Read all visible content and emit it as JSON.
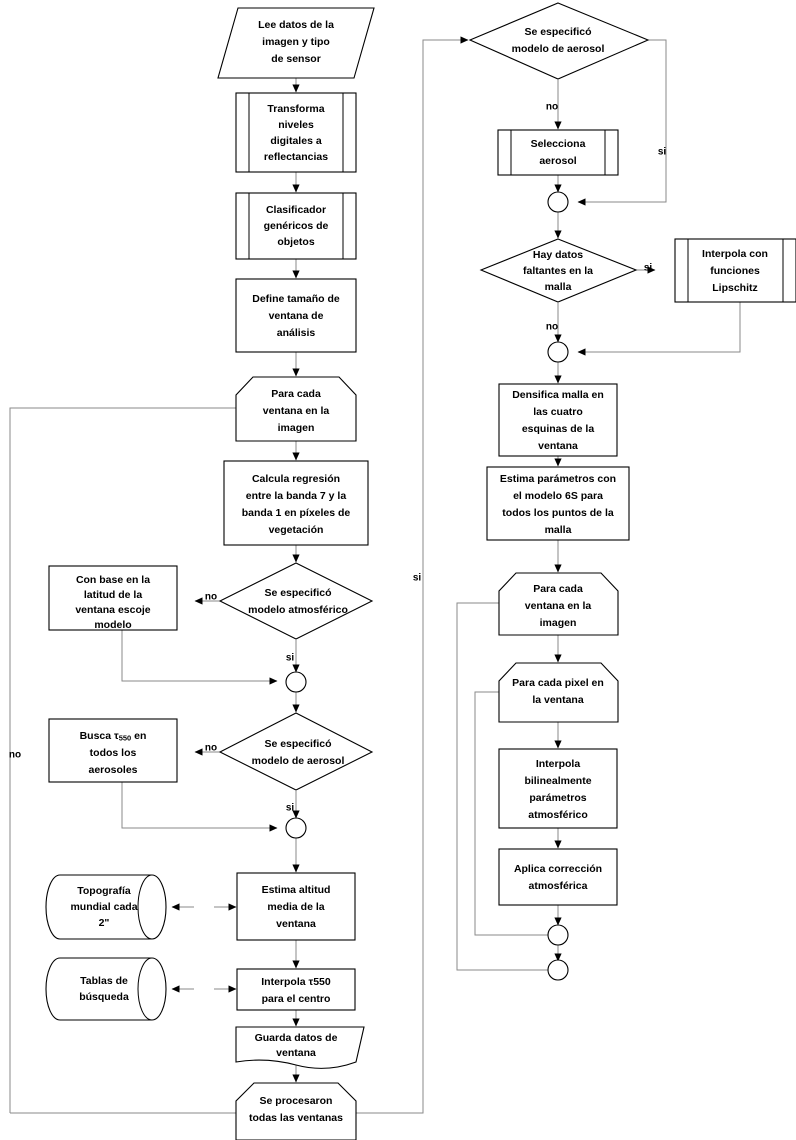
{
  "diagram": {
    "title": "Diagrama de flujo de correccion atmosferica",
    "language": "es",
    "colors": {
      "background": "#ffffff",
      "shape_stroke": "#000000",
      "shape_fill": "#ffffff",
      "connector": "#8a8a8a",
      "text": "#000000"
    }
  },
  "nodes": {
    "lee_datos": {
      "label_1": "Lee datos de la",
      "label_2": "imagen y tipo",
      "label_3": "de sensor",
      "shape": "parallelogram-input"
    },
    "transforma": {
      "label_1": "Transforma",
      "label_2": "niveles",
      "label_3": "digitales a",
      "label_4": "reflectancias",
      "shape": "predefined-process"
    },
    "clasificador": {
      "label_1": "Clasificador",
      "label_2": "genéricos de",
      "label_3": "objetos",
      "shape": "predefined-process"
    },
    "define_ventana": {
      "label_1": "Define tamaño de",
      "label_2": "ventana de",
      "label_3": "análisis",
      "shape": "process"
    },
    "para_cada_ventana_1": {
      "label_1": "Para cada",
      "label_2": "ventana en la",
      "label_3": "imagen",
      "shape": "preparation-loop"
    },
    "calcula_regresion": {
      "label_1": "Calcula regresión",
      "label_2": "entre la banda 7 y la",
      "label_3": "banda 1 en píxeles de",
      "label_4": "vegetación",
      "shape": "process"
    },
    "dec_modelo_atmosferico": {
      "label_1": "Se especificó",
      "label_2": "modelo atmosférico",
      "shape": "decision"
    },
    "con_base_latitud": {
      "label_1": "Con base en la",
      "label_2": "latitud de la",
      "label_3": "ventana escoje",
      "label_4": "modelo",
      "shape": "process"
    },
    "dec_modelo_aerosol_izq": {
      "label_1": "Se especificó",
      "label_2": "modelo de aerosol",
      "shape": "decision"
    },
    "busca_tau": {
      "label_1_pre": "Busca ",
      "label_1_tau": "τ",
      "label_1_sub": "550",
      "label_1_post": " en",
      "label_2": "todos los",
      "label_3": "aerosoles",
      "shape": "process"
    },
    "topografia": {
      "label_1": "Topografía",
      "label_2": "mundial cada",
      "label_3": "2\"",
      "shape": "cylinder-database"
    },
    "tablas_busqueda": {
      "label_1": "Tablas de",
      "label_2": "búsqueda",
      "shape": "cylinder-database"
    },
    "estima_altitud": {
      "label_1": "Estima altitud",
      "label_2": "media de la",
      "label_3": "ventana",
      "shape": "process"
    },
    "interpola_tau": {
      "label_1": "Interpola τ550",
      "label_2": "para el centro",
      "shape": "process"
    },
    "guarda_datos": {
      "label_1": "Guarda datos de",
      "label_2": "ventana",
      "shape": "document"
    },
    "se_procesaron": {
      "label_1": "Se procesaron",
      "label_2": "todas las ventanas",
      "shape": "preparation-loop"
    },
    "dec_modelo_aerosol_der": {
      "label_1": "Se especificó",
      "label_2": "modelo de aerosol",
      "shape": "decision"
    },
    "selecciona_aerosol": {
      "label_1": "Selecciona",
      "label_2": "aerosol",
      "shape": "predefined-process"
    },
    "dec_datos_faltantes": {
      "label_1": "Hay datos",
      "label_2": "faltantes en la",
      "label_3": "malla",
      "shape": "decision"
    },
    "interpola_lipschitz": {
      "label_1": "Interpola con",
      "label_2": "funciones",
      "label_3": "Lipschitz",
      "shape": "predefined-process"
    },
    "densifica_malla": {
      "label_1": "Densifica malla en",
      "label_2": "las cuatro",
      "label_3": "esquinas de la",
      "label_4": "ventana",
      "shape": "process"
    },
    "estima_parametros": {
      "label_1": "Estima parámetros con",
      "label_2": "el modelo 6S para",
      "label_3": "todos los puntos de la",
      "label_4": "malla",
      "shape": "process"
    },
    "para_cada_ventana_2": {
      "label_1": "Para cada",
      "label_2": "ventana en la",
      "label_3": "imagen",
      "shape": "preparation-loop"
    },
    "para_cada_pixel": {
      "label_1": "Para cada pixel en",
      "label_2": "la ventana",
      "shape": "preparation-loop"
    },
    "interpola_bilineal": {
      "label_1": "Interpola",
      "label_2": "bilinealmente",
      "label_3": "parámetros",
      "label_4": "atmosférico",
      "shape": "process"
    },
    "aplica_correccion": {
      "label_1": "Aplica corrección",
      "label_2": "atmosférica",
      "shape": "process"
    }
  },
  "edge_labels": {
    "no_atmosferico": "no",
    "si_atmosferico": "si",
    "no_aerosol_izq": "no",
    "si_aerosol_izq": "si",
    "no_loop_ventanas": "no",
    "si_loop_derecha": "si",
    "no_aerosol_der": "no",
    "si_aerosol_der": "si",
    "si_faltantes": "si",
    "no_faltantes": "no"
  },
  "chart_data": {
    "type": "diagram",
    "subtype": "flowchart",
    "title": "Flujo de procesamiento de corrección atmosférica de imágenes",
    "node_count": 26,
    "shapes_used": [
      "parallelogram-input",
      "predefined-process",
      "process",
      "preparation-loop",
      "decision",
      "cylinder-database",
      "document",
      "merge-circle"
    ],
    "columns": [
      "izquierda",
      "derecha"
    ]
  }
}
